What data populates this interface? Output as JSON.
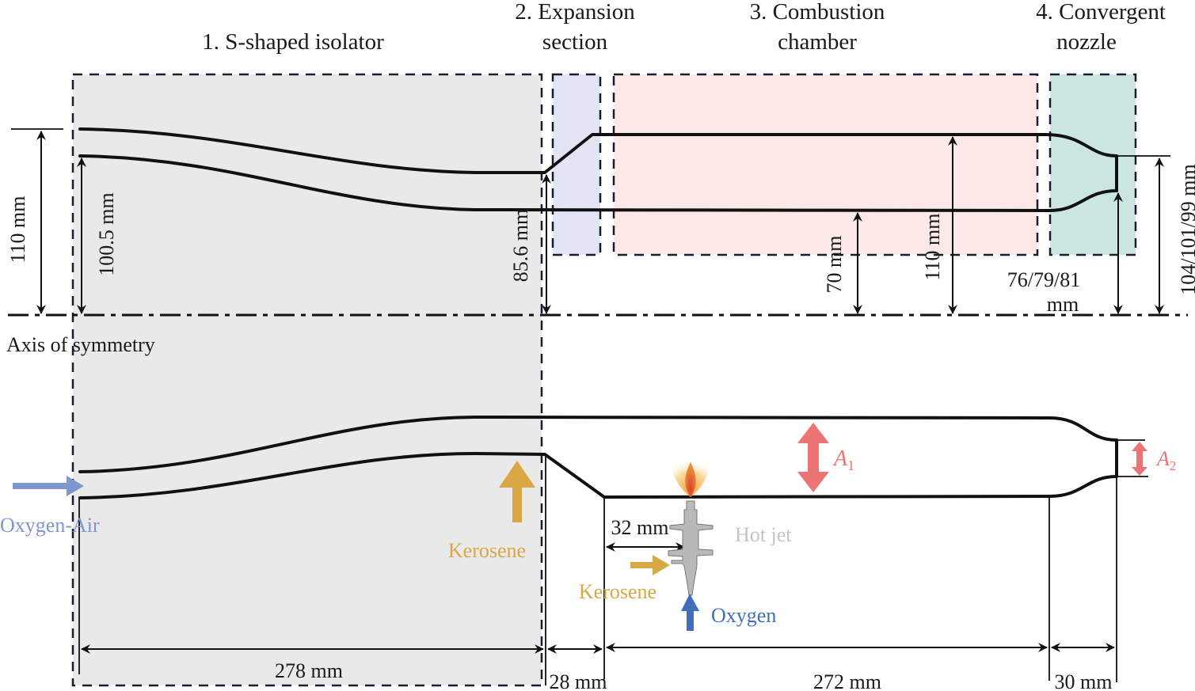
{
  "sections": [
    {
      "id": "isolator",
      "title_line1": "1. S-shaped isolator",
      "title_line2": "",
      "color": "#e9e9e9"
    },
    {
      "id": "expansion",
      "title_line1": "2. Expansion",
      "title_line2": "section",
      "color": "#e3e5f4"
    },
    {
      "id": "combustion",
      "title_line1": "3. Combustion",
      "title_line2": "chamber",
      "color": "#fde8e8"
    },
    {
      "id": "nozzle",
      "title_line1": "4. Convergent",
      "title_line2": "nozzle",
      "color": "#cbe6e1"
    }
  ],
  "dimensions": {
    "inlet_outer": "110 mm",
    "inlet_inner": "100.5 mm",
    "isolator_exit": "85.6 mm",
    "chamber_inner": "70 mm",
    "chamber_outer": "110 mm",
    "nozzle_throat_line1": "76/79/81",
    "nozzle_throat_line2": "mm",
    "nozzle_exit": "104/101/99 mm",
    "len_isolator": "278 mm",
    "len_expansion": "28 mm",
    "len_chamber": "272 mm",
    "len_nozzle": "30 mm",
    "jet_offset": "32 mm"
  },
  "labels": {
    "axis": "Axis of symmetry",
    "oxygen_air": "Oxygen-Air",
    "kerosene_main": "Kerosene",
    "kerosene_jet": "Kerosene",
    "oxygen": "Oxygen",
    "hot_jet": "Hot jet",
    "area1_main": "A",
    "area1_sub": "1",
    "area2_main": "A",
    "area2_sub": "2"
  },
  "colors": {
    "oxygen_air": "#8096cf",
    "kerosene": "#d9a845",
    "oxygen": "#3f6fba",
    "area_arrow": "#ec7474",
    "hot_jet_text": "#c4c4c4",
    "injector": "#b9b9b9"
  }
}
